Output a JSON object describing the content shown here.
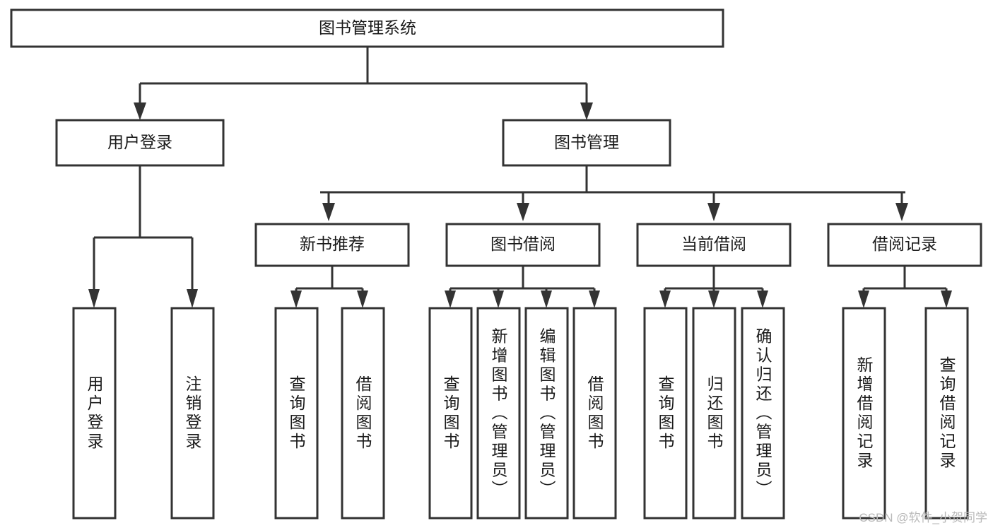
{
  "diagram": {
    "type": "tree",
    "title": "图书管理系统",
    "orientation": "top-down",
    "root": {
      "id": "root",
      "label": "图书管理系统"
    },
    "level2": [
      {
        "id": "user-login",
        "label": "用户登录"
      },
      {
        "id": "book-manage",
        "label": "图书管理"
      }
    ],
    "level3": [
      {
        "id": "new-book-rec",
        "label": "新书推荐",
        "parent": "book-manage"
      },
      {
        "id": "book-borrow",
        "label": "图书借阅",
        "parent": "book-manage"
      },
      {
        "id": "current-borrow",
        "label": "当前借阅",
        "parent": "book-manage"
      },
      {
        "id": "borrow-record",
        "label": "借阅记录",
        "parent": "book-manage"
      }
    ],
    "leaves": {
      "user-login": [
        {
          "id": "leaf-user-login",
          "label": "用户登录"
        },
        {
          "id": "leaf-user-logout",
          "label": "注销登录"
        }
      ],
      "new-book-rec": [
        {
          "id": "leaf-query-book-1",
          "label": "查询图书"
        },
        {
          "id": "leaf-borrow-book-1",
          "label": "借阅图书"
        }
      ],
      "book-borrow": [
        {
          "id": "leaf-query-book-2",
          "label": "查询图书"
        },
        {
          "id": "leaf-add-book",
          "label": "新增图书（管理员）"
        },
        {
          "id": "leaf-edit-book",
          "label": "编辑图书（管理员）"
        },
        {
          "id": "leaf-borrow-book-2",
          "label": "借阅图书"
        }
      ],
      "current-borrow": [
        {
          "id": "leaf-query-book-3",
          "label": "查询图书"
        },
        {
          "id": "leaf-return-book",
          "label": "归还图书"
        },
        {
          "id": "leaf-confirm-return",
          "label": "确认归还（管理员）"
        }
      ],
      "borrow-record": [
        {
          "id": "leaf-add-record",
          "label": "新增借阅记录"
        },
        {
          "id": "leaf-query-record",
          "label": "查询借阅记录"
        }
      ]
    }
  },
  "watermark": {
    "text": "CSDN @软件_小贺同学"
  },
  "colors": {
    "box_stroke": "#333333",
    "box_fill": "#ffffff",
    "text": "#1a1a1a",
    "watermark": "#b9b9b9",
    "background": "#ffffff"
  }
}
